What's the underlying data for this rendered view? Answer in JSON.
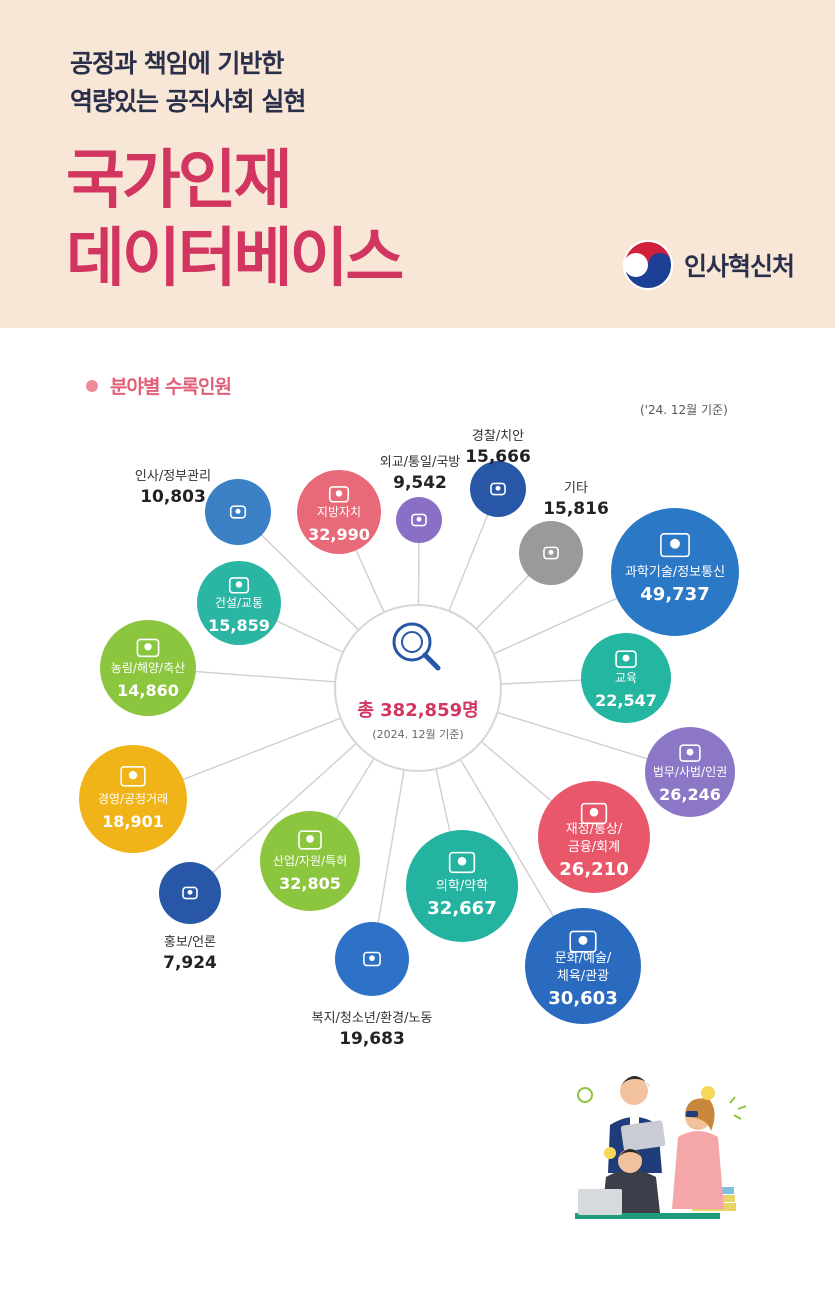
{
  "header": {
    "subtitle_line1": "공정과 책임에 기반한",
    "subtitle_line2": "역량있는 공직사회 실현",
    "title_line1": "국가인재",
    "title_line2": "데이터베이스",
    "org_name": "인사혁신처",
    "title_color": "#d23660",
    "background_color": "#f8e6d7"
  },
  "section": {
    "label": "분야별 수록인원",
    "basis_note": "('24. 12월 기준)"
  },
  "chart_data": {
    "type": "bubble",
    "title": "분야별 수록인원",
    "total": {
      "label": "총 382,859명",
      "sub": "(2024. 12월 기준)",
      "value": 382859
    },
    "categories": [
      {
        "name": "인사/정부관리",
        "value": 10803,
        "color": "#3b7fc4",
        "icon": "people-icon",
        "label_outside": true
      },
      {
        "name": "지방자치",
        "value": 32990,
        "color": "#e86a78",
        "icon": "mountain-icon",
        "label_outside": false
      },
      {
        "name": "외교/통일/국방",
        "value": 9542,
        "color": "#8a6fc6",
        "icon": "tank-icon",
        "label_outside": true
      },
      {
        "name": "경찰/치안",
        "value": 15666,
        "color": "#2757a6",
        "icon": "police-icon",
        "label_outside": true
      },
      {
        "name": "기타",
        "value": 15816,
        "color": "#9a9a9a",
        "icon": "chat-icon",
        "label_outside": true
      },
      {
        "name": "과학기술/정보통신",
        "value": 49737,
        "color": "#2b78c7",
        "icon": "brain-gear-icon",
        "label_outside": false
      },
      {
        "name": "교육",
        "value": 22547,
        "color": "#25b6a2",
        "icon": "school-icon",
        "label_outside": false
      },
      {
        "name": "법무/사법/인권",
        "value": 26246,
        "color": "#8b77c5",
        "icon": "scale-icon",
        "label_outside": false
      },
      {
        "name": "재정/통상/금융/회계",
        "value": 26210,
        "color": "#e9576b",
        "icon": "coins-icon",
        "label_outside": false
      },
      {
        "name": "문화/예술/체육/관광",
        "value": 30603,
        "color": "#2a6bc0",
        "icon": "artist-icon",
        "label_outside": false
      },
      {
        "name": "의학/약학",
        "value": 32667,
        "color": "#25b3a1",
        "icon": "ambulance-icon",
        "label_outside": false
      },
      {
        "name": "복지/청소년/환경/노동",
        "value": 19683,
        "color": "#2d72c6",
        "icon": "family-house-icon",
        "label_outside": true
      },
      {
        "name": "산업/자원/특허",
        "value": 32805,
        "color": "#8cc63f",
        "icon": "document-icon",
        "label_outside": false
      },
      {
        "name": "홍보/언론",
        "value": 7924,
        "color": "#2757a6",
        "icon": "megaphone-icon",
        "label_outside": true
      },
      {
        "name": "경영/공정거래",
        "value": 18901,
        "color": "#f0b418",
        "icon": "chart-board-icon",
        "label_outside": false
      },
      {
        "name": "농림/해양/축산",
        "value": 14860,
        "color": "#8cc63f",
        "icon": "water-drop-icon",
        "label_outside": false
      },
      {
        "name": "건설/교통",
        "value": 15859,
        "color": "#2bb5a3",
        "icon": "road-icon",
        "label_outside": false
      }
    ]
  }
}
